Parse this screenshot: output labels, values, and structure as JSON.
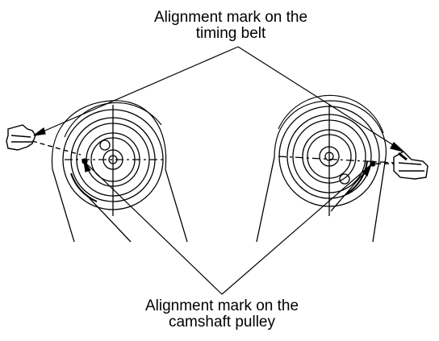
{
  "labels": {
    "timing_belt": {
      "line1": "Alignment mark on the",
      "line2": "timing belt"
    },
    "camshaft_pulley": {
      "line1": "Alignment mark on the",
      "line2": "camshaft pulley"
    }
  },
  "colors": {
    "ink": "#000000",
    "background": "#ffffff"
  }
}
